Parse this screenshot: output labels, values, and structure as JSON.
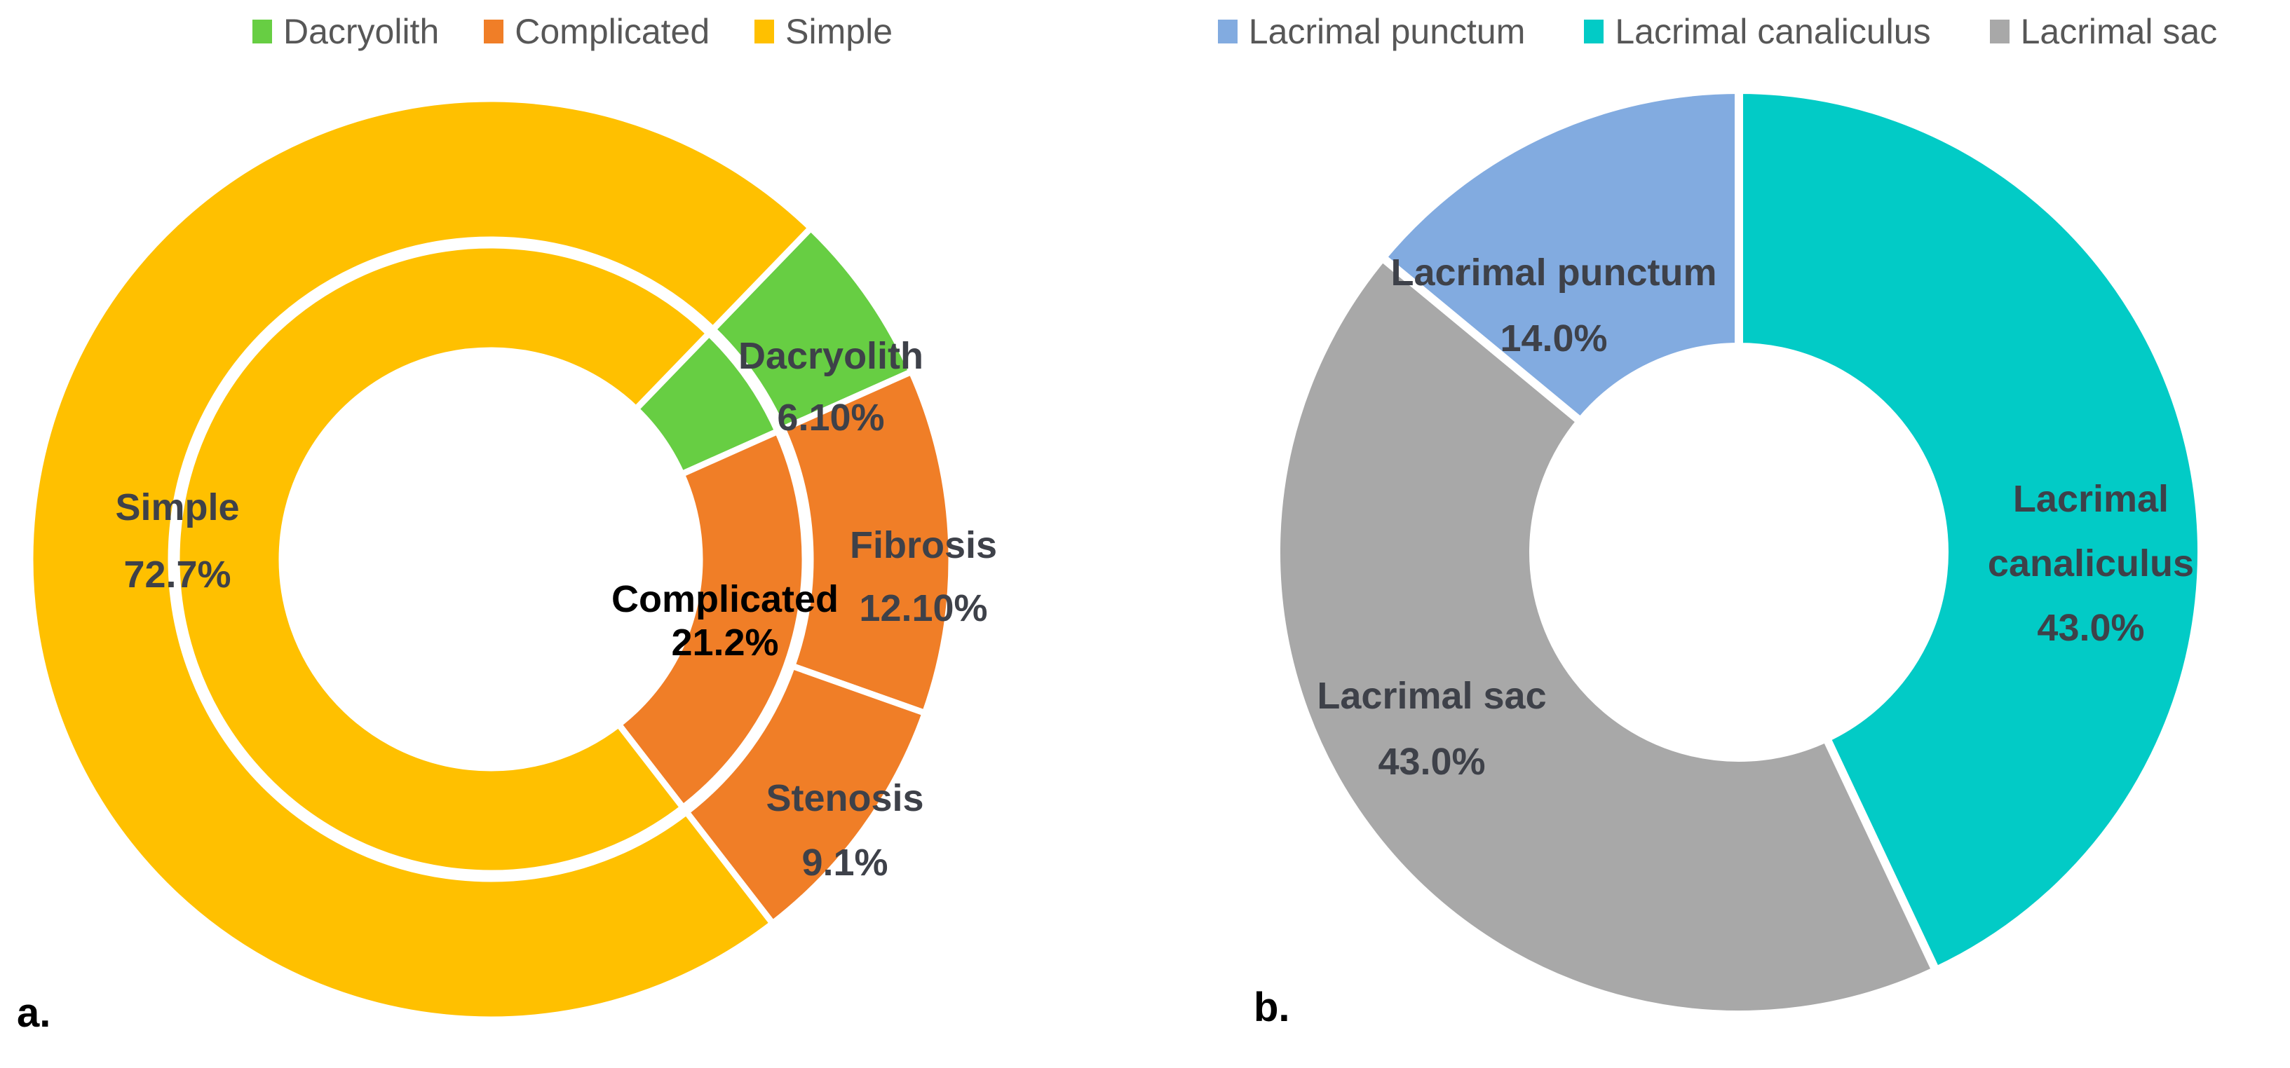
{
  "page": {
    "background": "#ffffff",
    "text_color": "#3E4149"
  },
  "chart_data": [
    {
      "id": "a",
      "type": "donut-nested",
      "panel_label": "a.",
      "legend_position": "top-center",
      "legend": [
        {
          "label": "Dacryolith",
          "color": "#67CE43"
        },
        {
          "label": "Complicated",
          "color": "#F07E27"
        },
        {
          "label": "Simple",
          "color": "#FFC000"
        }
      ],
      "start_angle_deg": 44,
      "rings": {
        "inner": [
          {
            "label": "Dacryolith",
            "value": 6.1,
            "color": "#67CE43"
          },
          {
            "label": "Complicated",
            "value": 21.2,
            "color": "#F07E27"
          },
          {
            "label": "Simple",
            "value": 72.7,
            "color": "#FFC000"
          }
        ],
        "outer": [
          {
            "label": "Dacryolith",
            "value": 6.1,
            "color": "#67CE43"
          },
          {
            "label": "Fibrosis",
            "value": 12.1,
            "color": "#F07E27"
          },
          {
            "label": "Stenosis",
            "value": 9.1,
            "color": "#F07E27"
          },
          {
            "label": "Simple",
            "value": 72.7,
            "color": "#FFC000"
          }
        ]
      },
      "data_labels": [
        {
          "id": "simple",
          "lines": [
            "Simple",
            "72.7%"
          ],
          "color": "#3E4149"
        },
        {
          "id": "dacryolith",
          "lines": [
            "Dacryolith",
            "6.10%"
          ],
          "color": "#3E4149"
        },
        {
          "id": "fibrosis",
          "lines": [
            "Fibrosis",
            "12.10%"
          ],
          "color": "#3E4149"
        },
        {
          "id": "complicated",
          "lines": [
            "Complicated",
            "21.2%"
          ],
          "color": "#000000"
        },
        {
          "id": "stenosis",
          "lines": [
            "Stenosis",
            "9.1%"
          ],
          "color": "#3E4149"
        }
      ]
    },
    {
      "id": "b",
      "type": "donut",
      "panel_label": "b.",
      "legend_position": "top-center",
      "legend": [
        {
          "label": "Lacrimal punctum",
          "color": "#82ABE0"
        },
        {
          "label": "Lacrimal canaliculus",
          "color": "#02CBC6"
        },
        {
          "label": "Lacrimal sac",
          "color": "#A8A8A8"
        }
      ],
      "start_angle_deg": 0,
      "slices": [
        {
          "label": "Lacrimal canaliculus",
          "value": 43.0,
          "color": "#02CBC6"
        },
        {
          "label": "Lacrimal sac",
          "value": 43.0,
          "color": "#A8A8A8"
        },
        {
          "label": "Lacrimal punctum",
          "value": 14.0,
          "color": "#82ABE0"
        }
      ],
      "data_labels": [
        {
          "id": "punctum",
          "lines": [
            "Lacrimal punctum",
            "14.0%"
          ],
          "color": "#3E4149"
        },
        {
          "id": "canaliculus",
          "lines": [
            "Lacrimal",
            "canaliculus",
            "43.0%"
          ],
          "color": "#3E4149"
        },
        {
          "id": "sac",
          "lines": [
            "Lacrimal sac",
            "43.0%"
          ],
          "color": "#3E4149"
        }
      ]
    }
  ]
}
